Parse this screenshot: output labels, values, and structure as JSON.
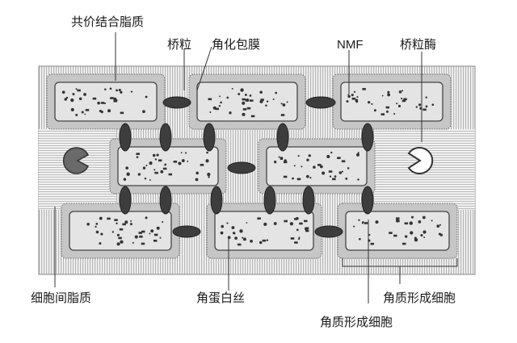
{
  "labels": {
    "covalent_lipid": "共价结合脂质",
    "desmosome": "桥粒",
    "cornified_envelope": "角化包膜",
    "nmf": "NMF",
    "desmosomal_enzyme": "桥粒酶",
    "intercellular_lipid": "细胞间脂质",
    "keratin_filament": "角蛋白丝",
    "corneocyte_right": "角质形成细胞",
    "corneocyte_bottom": "角质形成细胞"
  },
  "colors": {
    "background_stripes": "#c9c9c9",
    "cell_envelope": "#bdbdbd",
    "cell_inner": "#e2e2e2",
    "dots": "#3a3a3a",
    "bridge": "#3d3d3d",
    "outline": "#555555"
  }
}
